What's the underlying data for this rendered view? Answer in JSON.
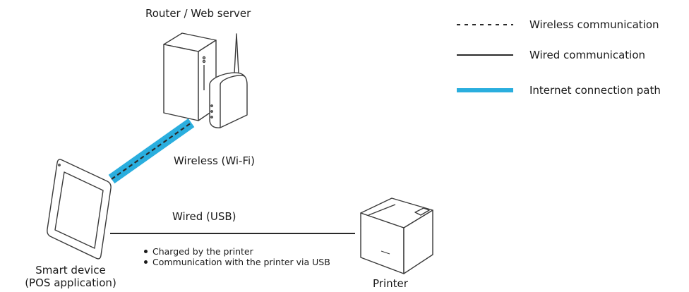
{
  "devices": {
    "router_label": "Router / Web server",
    "smart_device_label_line1": "Smart device",
    "smart_device_label_line2": "(POS application)",
    "printer_label": "Printer"
  },
  "connections": {
    "wireless_label": "Wireless (Wi-Fi)",
    "wired_label": "Wired (USB)",
    "wired_notes": [
      "Charged by the printer",
      "Communication with the printer via USB"
    ]
  },
  "legend": {
    "items": [
      {
        "label": "Wireless communication",
        "style": "dashed",
        "color": "#2a2a2a"
      },
      {
        "label": "Wired communication",
        "style": "solid",
        "color": "#2a2a2a"
      },
      {
        "label": "Internet connection path",
        "style": "thick",
        "color": "#2aaede"
      }
    ]
  },
  "colors": {
    "internet_path": "#2aaede",
    "line": "#2a2a2a",
    "device_stroke": "#3a3a3a",
    "device_fill": "#ffffff"
  }
}
